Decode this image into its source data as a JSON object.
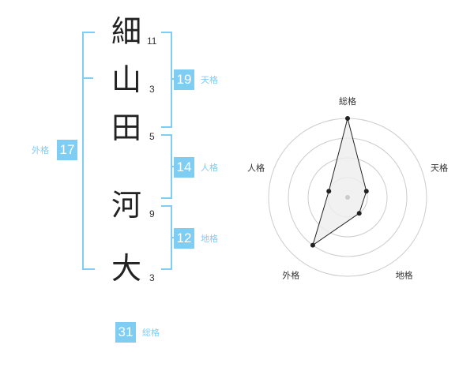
{
  "name": {
    "characters": [
      {
        "char": "細",
        "strokes": "11"
      },
      {
        "char": "山",
        "strokes": "3"
      },
      {
        "char": "田",
        "strokes": "5"
      },
      {
        "char": "河",
        "strokes": "9"
      },
      {
        "char": "大",
        "strokes": "3"
      }
    ]
  },
  "fortune": {
    "tenkaku": {
      "value": "19",
      "label": "天格"
    },
    "jinkaku": {
      "value": "14",
      "label": "人格"
    },
    "chikaku": {
      "value": "12",
      "label": "地格"
    },
    "gaikaku": {
      "value": "17",
      "label": "外格"
    },
    "soukaku": {
      "value": "31",
      "label": "総格"
    }
  },
  "colors": {
    "accent": "#7fcdf3",
    "text": "#222222",
    "ring": "#cccccc",
    "polygon_stroke": "#222222",
    "polygon_fill": "#eeeeee"
  },
  "chart_data": {
    "type": "radar",
    "axes": [
      "総格",
      "天格",
      "地格",
      "外格",
      "人格"
    ],
    "values": [
      4,
      1,
      1,
      3,
      1
    ],
    "max": 4,
    "rings": 4,
    "legend": "none",
    "grid": true
  }
}
